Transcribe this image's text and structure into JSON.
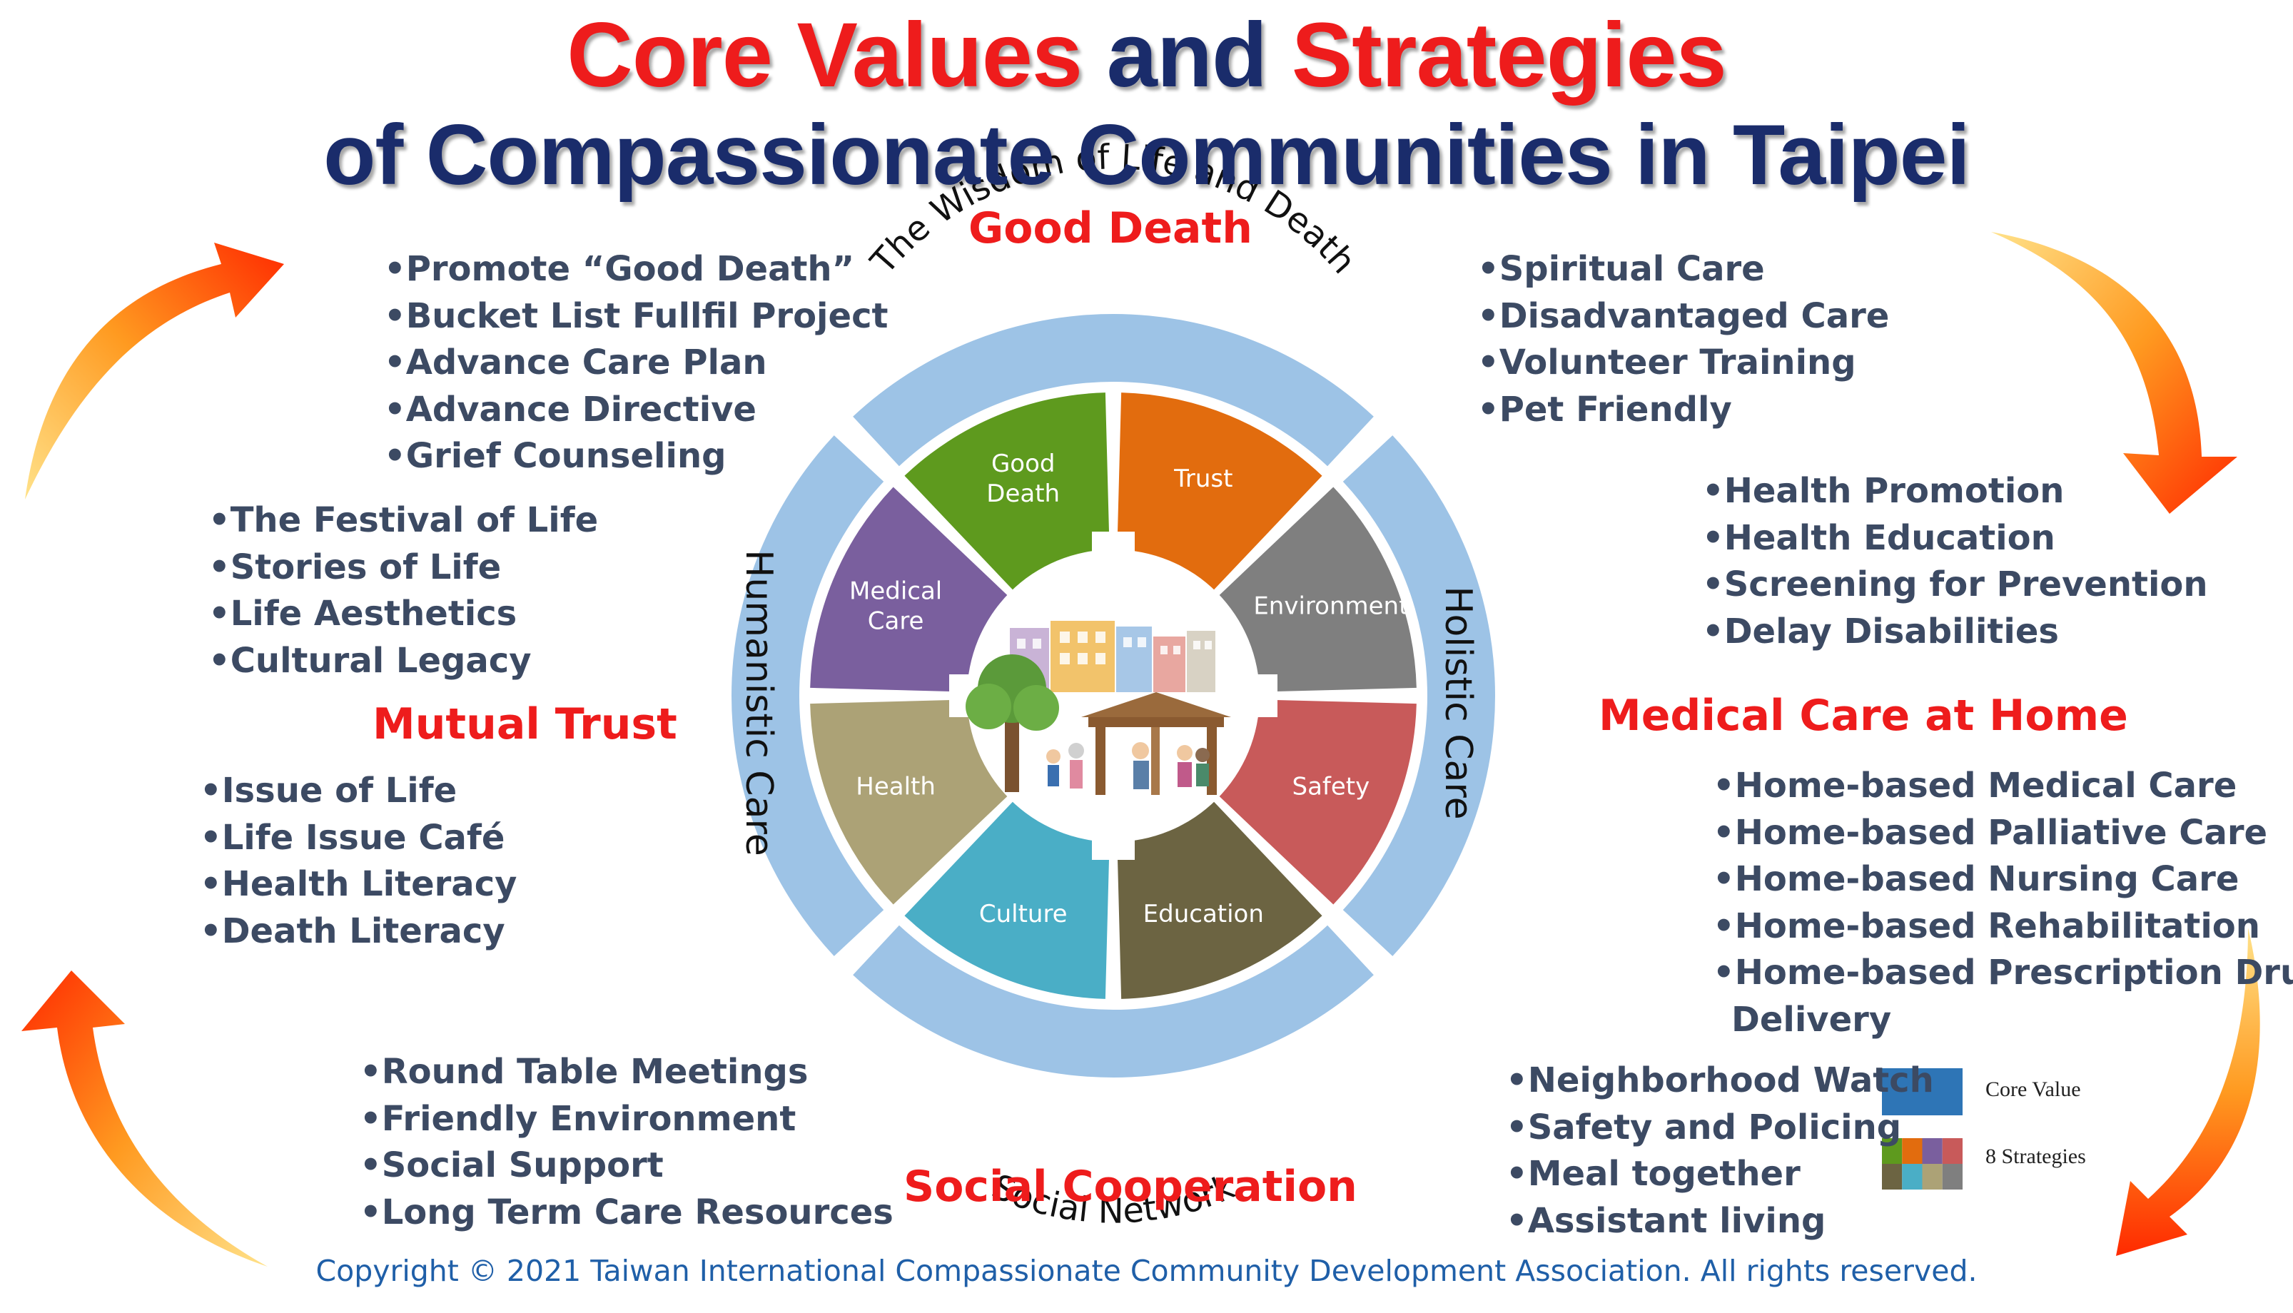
{
  "title": {
    "line1_part1": "Core Values",
    "line1_part2": " and ",
    "line1_part3": "Strategies",
    "line2": "of Compassionate Communities in Taipei"
  },
  "values": {
    "good_death": "Good Death",
    "mutual_trust": "Mutual Trust",
    "medical_care_home": "Medical Care at Home",
    "social_cooperation": "Social Cooperation"
  },
  "lists": {
    "good_death_items": [
      "Promote “Good Death”",
      "Bucket List Fullfil Project",
      "Advance Care Plan",
      "Advance Directive",
      "Grief  Counseling"
    ],
    "culture_items": [
      "The Festival of Life",
      "Stories of Life",
      "Life Aesthetics",
      "Cultural Legacy"
    ],
    "trust_items": [
      "Issue of Life",
      "Life Issue Café",
      "Health Literacy",
      "Death Literacy"
    ],
    "social_items": [
      "Round Table Meetings",
      "Friendly Environment",
      "Social Support",
      "Long Term Care Resources"
    ],
    "trust_strategy_items": [
      "Spiritual Care",
      "Disadvantaged Care",
      "Volunteer Training",
      "Pet Friendly"
    ],
    "health_items": [
      "Health Promotion",
      "Health Education",
      "Screening for Prevention",
      "Delay Disabilities"
    ],
    "home_items": [
      "Home-based Medical Care",
      "Home-based Palliative Care",
      "Home-based Nursing Care",
      "Home-based Rehabilitation",
      "Home-based Prescription Drug"
    ],
    "home_items_cont": "Delivery",
    "safety_items": [
      "Neighborhood Watch",
      "Safety and Policing",
      "Meal together",
      "Assistant living"
    ]
  },
  "wheel": {
    "ring_top": "The Wisdom of Life and Death",
    "ring_right": "Holistic Care",
    "ring_bottom": "Social Network",
    "ring_left": "Humanistic Care",
    "sectors": [
      {
        "label_lines": [
          "Good",
          "Death"
        ],
        "color": "#5e9a1e"
      },
      {
        "label_lines": [
          "Trust"
        ],
        "color": "#e26c0e"
      },
      {
        "label_lines": [
          "Environment"
        ],
        "color": "#7f7f7f"
      },
      {
        "label_lines": [
          "Safety"
        ],
        "color": "#c85a5a"
      },
      {
        "label_lines": [
          "Education"
        ],
        "color": "#6c6442"
      },
      {
        "label_lines": [
          "Culture"
        ],
        "color": "#4aaec6"
      },
      {
        "label_lines": [
          "Health"
        ],
        "color": "#aca276"
      },
      {
        "label_lines": [
          "Medical",
          "Care"
        ],
        "color": "#7a5f9e"
      }
    ]
  },
  "legend": {
    "core_value": "Core Value",
    "strategies": "8 Strategies"
  },
  "colors": {
    "ring": "#9dc3e6",
    "title_red": "#ee1c1c",
    "title_navy": "#1a2c6b",
    "list_text": "#3c4a63",
    "legend_core": "#2e75b6",
    "copyright": "#1f5fa8"
  },
  "copyright": "Copyright © 2021 Taiwan International Compassionate Community Development Association. All rights reserved."
}
